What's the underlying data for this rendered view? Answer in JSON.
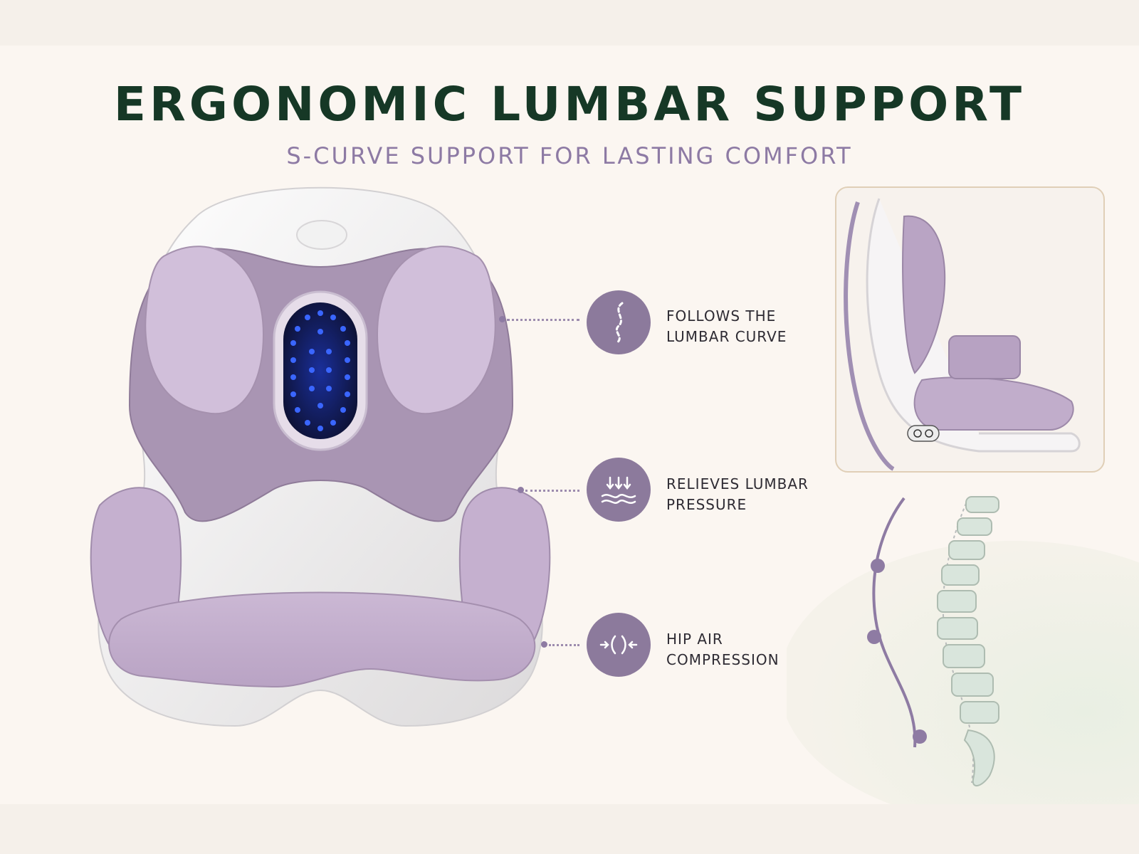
{
  "header": {
    "title": "ERGONOMIC LUMBAR SUPPORT",
    "subtitle": "S-CURVE SUPPORT FOR LASTING COMFORT"
  },
  "features": [
    {
      "icon": "s-curve-icon",
      "line1": "FOLLOWS THE",
      "line2": "LUMBAR CURVE"
    },
    {
      "icon": "pressure-arrows-icon",
      "line1": "RELIEVES LUMBAR",
      "line2": "PRESSURE"
    },
    {
      "icon": "compression-arrows-icon",
      "line1": "HIP AIR",
      "line2": "COMPRESSION"
    }
  ],
  "images": {
    "main": "lumbar-support-seat-front-view",
    "side": "lumbar-support-seat-side-view",
    "spine": "spine-s-curve-illustration"
  },
  "colors": {
    "title": "#163826",
    "subtitle": "#8d7aa4",
    "icon_circle": "#8c7a9c",
    "cushion": "#c9b6d2",
    "shell": "#f4f2f2",
    "led": "#2a4dff",
    "background": "#fbf6f1"
  }
}
